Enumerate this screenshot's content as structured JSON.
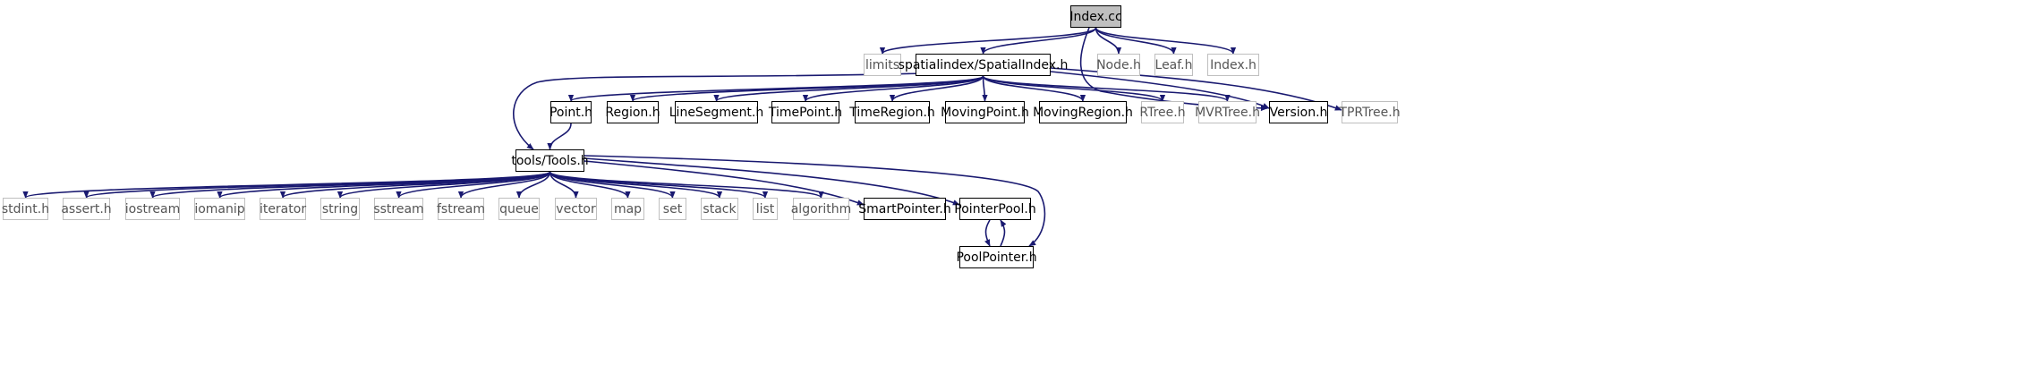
{
  "graph": {
    "nodes": [
      {
        "id": "index_cc",
        "label": "Index.cc",
        "kind": "root"
      },
      {
        "id": "limits",
        "label": "limits",
        "kind": "ext"
      },
      {
        "id": "spatialindex",
        "label": "spatialindex/SpatialIndex.h",
        "kind": "doc"
      },
      {
        "id": "node_h",
        "label": "Node.h",
        "kind": "ext"
      },
      {
        "id": "leaf_h",
        "label": "Leaf.h",
        "kind": "ext"
      },
      {
        "id": "index_h",
        "label": "Index.h",
        "kind": "ext"
      },
      {
        "id": "point_h",
        "label": "Point.h",
        "kind": "doc"
      },
      {
        "id": "region_h",
        "label": "Region.h",
        "kind": "doc"
      },
      {
        "id": "linesegment_h",
        "label": "LineSegment.h",
        "kind": "doc"
      },
      {
        "id": "timepoint_h",
        "label": "TimePoint.h",
        "kind": "doc"
      },
      {
        "id": "timeregion_h",
        "label": "TimeRegion.h",
        "kind": "doc"
      },
      {
        "id": "movingpoint_h",
        "label": "MovingPoint.h",
        "kind": "doc"
      },
      {
        "id": "movingregion_h",
        "label": "MovingRegion.h",
        "kind": "doc"
      },
      {
        "id": "rtree_h",
        "label": "RTree.h",
        "kind": "ext"
      },
      {
        "id": "mvrtree_h",
        "label": "MVRTree.h",
        "kind": "ext"
      },
      {
        "id": "version_h",
        "label": "Version.h",
        "kind": "doc"
      },
      {
        "id": "tprtree_h",
        "label": "TPRTree.h",
        "kind": "ext"
      },
      {
        "id": "tools_h",
        "label": "tools/Tools.h",
        "kind": "doc"
      },
      {
        "id": "stdint_h",
        "label": "stdint.h",
        "kind": "ext"
      },
      {
        "id": "assert_h",
        "label": "assert.h",
        "kind": "ext"
      },
      {
        "id": "iostream",
        "label": "iostream",
        "kind": "ext"
      },
      {
        "id": "iomanip",
        "label": "iomanip",
        "kind": "ext"
      },
      {
        "id": "iterator",
        "label": "iterator",
        "kind": "ext"
      },
      {
        "id": "string",
        "label": "string",
        "kind": "ext"
      },
      {
        "id": "sstream",
        "label": "sstream",
        "kind": "ext"
      },
      {
        "id": "fstream",
        "label": "fstream",
        "kind": "ext"
      },
      {
        "id": "queue",
        "label": "queue",
        "kind": "ext"
      },
      {
        "id": "vector",
        "label": "vector",
        "kind": "ext"
      },
      {
        "id": "map",
        "label": "map",
        "kind": "ext"
      },
      {
        "id": "set",
        "label": "set",
        "kind": "ext"
      },
      {
        "id": "stack",
        "label": "stack",
        "kind": "ext"
      },
      {
        "id": "list",
        "label": "list",
        "kind": "ext"
      },
      {
        "id": "algorithm",
        "label": "algorithm",
        "kind": "ext"
      },
      {
        "id": "smartpointer_h",
        "label": "SmartPointer.h",
        "kind": "doc"
      },
      {
        "id": "pointerpool_h",
        "label": "PointerPool.h",
        "kind": "doc"
      },
      {
        "id": "poolpointer_h",
        "label": "PoolPointer.h",
        "kind": "doc"
      }
    ],
    "edges": [
      [
        "index_cc",
        "limits"
      ],
      [
        "index_cc",
        "spatialindex"
      ],
      [
        "index_cc",
        "node_h"
      ],
      [
        "index_cc",
        "leaf_h"
      ],
      [
        "index_cc",
        "index_h"
      ],
      [
        "index_cc",
        "version_h"
      ],
      [
        "spatialindex",
        "tools_h"
      ],
      [
        "spatialindex",
        "point_h"
      ],
      [
        "spatialindex",
        "region_h"
      ],
      [
        "spatialindex",
        "linesegment_h"
      ],
      [
        "spatialindex",
        "timepoint_h"
      ],
      [
        "spatialindex",
        "timeregion_h"
      ],
      [
        "spatialindex",
        "movingpoint_h"
      ],
      [
        "spatialindex",
        "movingregion_h"
      ],
      [
        "spatialindex",
        "rtree_h"
      ],
      [
        "spatialindex",
        "mvrtree_h"
      ],
      [
        "spatialindex",
        "version_h"
      ],
      [
        "spatialindex",
        "tprtree_h"
      ],
      [
        "point_h",
        "tools_h"
      ],
      [
        "tools_h",
        "stdint_h"
      ],
      [
        "tools_h",
        "assert_h"
      ],
      [
        "tools_h",
        "iostream"
      ],
      [
        "tools_h",
        "iomanip"
      ],
      [
        "tools_h",
        "iterator"
      ],
      [
        "tools_h",
        "string"
      ],
      [
        "tools_h",
        "sstream"
      ],
      [
        "tools_h",
        "fstream"
      ],
      [
        "tools_h",
        "queue"
      ],
      [
        "tools_h",
        "vector"
      ],
      [
        "tools_h",
        "map"
      ],
      [
        "tools_h",
        "set"
      ],
      [
        "tools_h",
        "stack"
      ],
      [
        "tools_h",
        "list"
      ],
      [
        "tools_h",
        "algorithm"
      ],
      [
        "tools_h",
        "smartpointer_h"
      ],
      [
        "tools_h",
        "pointerpool_h"
      ],
      [
        "tools_h",
        "poolpointer_h"
      ],
      [
        "pointerpool_h",
        "poolpointer_h"
      ],
      [
        "poolpointer_h",
        "pointerpool_h"
      ]
    ],
    "colors": {
      "edge": "#191970",
      "doc_border": "#000000",
      "ext_border": "#bfbfbf",
      "root_fill": "#bfbfbf"
    }
  }
}
